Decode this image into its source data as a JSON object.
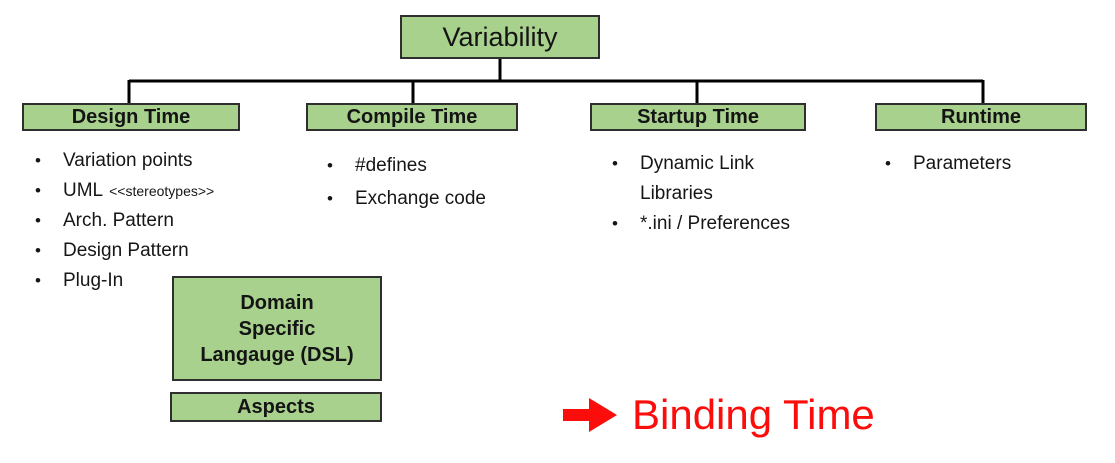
{
  "diagram": {
    "root": {
      "label": "Variability"
    },
    "branches": {
      "design_time": {
        "label": "Design Time",
        "items": [
          {
            "text": "Variation points"
          },
          {
            "text": "UML",
            "small": "<<stereotypes>>"
          },
          {
            "text": "Arch. Pattern"
          },
          {
            "text": "Design Pattern"
          },
          {
            "text": "Plug-In"
          }
        ]
      },
      "compile_time": {
        "label": "Compile Time",
        "items": [
          {
            "text": "#defines"
          },
          {
            "text": "Exchange code"
          }
        ]
      },
      "startup_time": {
        "label": "Startup Time",
        "items": [
          {
            "text": "Dynamic Link Libraries"
          },
          {
            "text": "*.ini / Preferences"
          }
        ]
      },
      "runtime": {
        "label": "Runtime",
        "items": [
          {
            "text": "Parameters"
          }
        ]
      }
    },
    "extra_boxes": {
      "dsl": {
        "label": "Domain\nSpecific\nLangauge (DSL)"
      },
      "aspects": {
        "label": "Aspects"
      }
    },
    "annotation": {
      "label": "Binding Time"
    },
    "bullet_char": "•",
    "colors": {
      "box_fill": "#a9d18e",
      "box_border": "#2f2f2f",
      "connector": "#000000",
      "annotation_red": "#fb0d0b",
      "text": "#161616"
    }
  }
}
